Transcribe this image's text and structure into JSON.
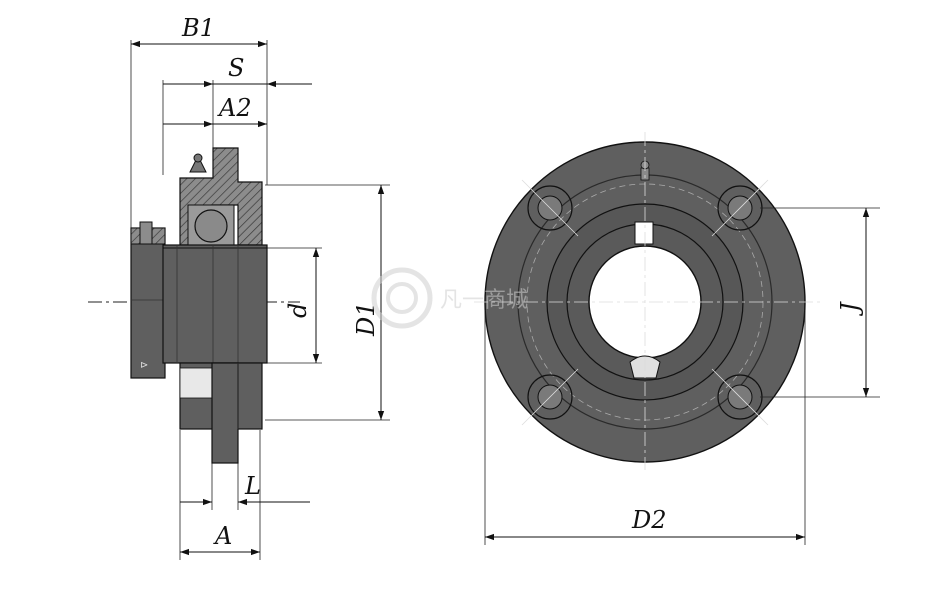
{
  "drawing": {
    "colors": {
      "body": "#5f5f5f",
      "dark": "#4a4a4a",
      "line": "#111111",
      "hatch": "#888888",
      "watermark": "#d6d6d6",
      "background": "#ffffff"
    },
    "labels": {
      "B1": "B1",
      "S": "S",
      "A2": "A2",
      "d": "d",
      "D1": "D1",
      "L": "L",
      "A": "A",
      "D2": "D2",
      "J": "J"
    },
    "watermark": {
      "text": "凡一商城",
      "icon": "bearing-logo-icon"
    }
  }
}
